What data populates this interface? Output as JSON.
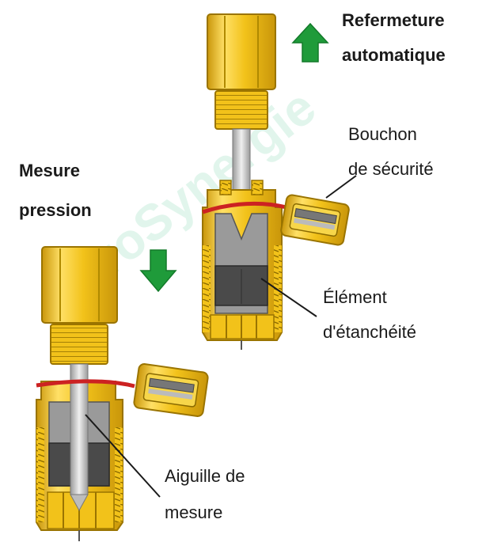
{
  "labels": {
    "refermeture_line1": "Refermeture",
    "refermeture_line2": "automatique",
    "bouchon_line1": "Bouchon",
    "bouchon_line2": "de sécurité",
    "mesure_pression_line1": "Mesure",
    "mesure_pression_line2": "pression",
    "element_line1": "Élément",
    "element_line2": "d'étanchéité",
    "aiguille_line1": "Aiguille de",
    "aiguille_line2": "mesure"
  },
  "watermark": "ProSynergie",
  "arrows": {
    "top_right": "up-arrow-icon",
    "left": "down-arrow-icon"
  },
  "colors": {
    "brass": "#f2c21a",
    "brass_dark": "#c9960a",
    "brass_light": "#ffe066",
    "seal_dark": "#4a4a4a",
    "seal_gray": "#8a8a8a",
    "arrow_green": "#1f9b3a",
    "strap_red": "#cc2222",
    "needle": "#cfcfcf"
  }
}
